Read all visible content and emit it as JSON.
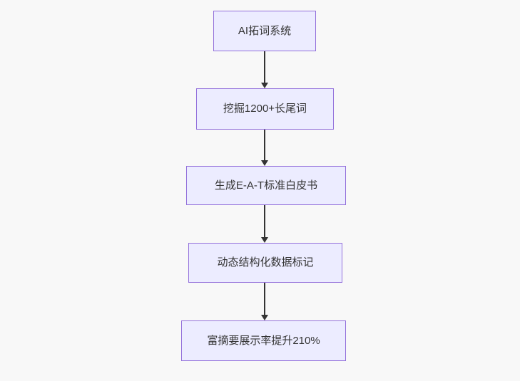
{
  "diagram": {
    "type": "flowchart",
    "direction": "top-down",
    "nodes": [
      {
        "id": "A",
        "label": "AI拓词系统"
      },
      {
        "id": "B",
        "label": "挖掘1200+长尾词"
      },
      {
        "id": "C",
        "label": "生成E-A-T标准白皮书"
      },
      {
        "id": "D",
        "label": "动态结构化数据标记"
      },
      {
        "id": "E",
        "label": "富摘要展示率提升210%"
      }
    ],
    "edges": [
      {
        "from": "A",
        "to": "B"
      },
      {
        "from": "B",
        "to": "C"
      },
      {
        "from": "C",
        "to": "D"
      },
      {
        "from": "D",
        "to": "E"
      }
    ],
    "colors": {
      "node_fill": "#ECECFF",
      "node_border": "#9370DB",
      "text": "#333333",
      "arrow": "#333333",
      "background": "#F8F8F8"
    }
  }
}
